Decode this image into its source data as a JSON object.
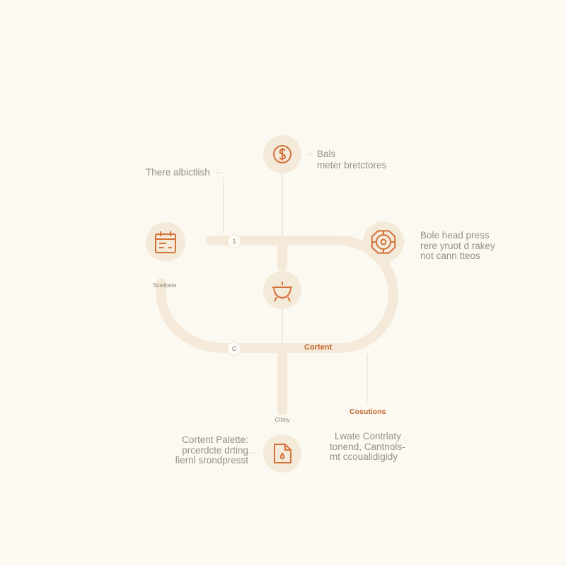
{
  "theme": {
    "background": "#fcf9f2",
    "track": "#f5ead9",
    "connector": "#e9e1d4",
    "icon_stroke": "#d4713a",
    "icon_halo": "#f4ead9",
    "accent_text": "#c0652c"
  },
  "nodes": {
    "top": {
      "icon": "dollar-coin-icon",
      "lines": [
        "Bals",
        "meter bretctores"
      ]
    },
    "left": {
      "icon": "calendar-icon",
      "note": "Scietbeta",
      "header": "There albictlish"
    },
    "right": {
      "icon": "gear-icon",
      "lines": [
        "Bole head press",
        "rere yruot d rakey",
        "not cann tteos"
      ]
    },
    "center": {
      "icon": "cauldron-icon"
    },
    "bottom": {
      "icon": "document-icon",
      "tag": "Cthby",
      "left_lines": [
        "Cortent Palette:",
        "prcerdcte drting",
        "fiernl srondpresst"
      ],
      "right_lines": [
        "Lwate Contrlaty",
        "tonend, Cantnols-",
        "mt ccoualidigidy"
      ]
    }
  },
  "track_labels": {
    "top_marker": "1",
    "bottom_marker": "C",
    "content": "Cortent",
    "cosutions": "Cosutions"
  }
}
